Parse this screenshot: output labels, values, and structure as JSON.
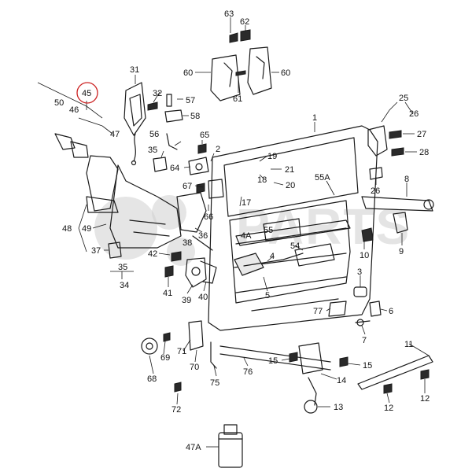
{
  "watermark": {
    "text": "PARTS"
  },
  "colors": {
    "line": "#1a1a1a",
    "highlight_circle": "#cc2222",
    "watermark": "#cfcfcf"
  },
  "highlighted_callout": "45",
  "callouts": [
    {
      "id": "c63",
      "label": "63"
    },
    {
      "id": "c62",
      "label": "62"
    },
    {
      "id": "c60a",
      "label": "60"
    },
    {
      "id": "c60b",
      "label": "60"
    },
    {
      "id": "c61",
      "label": "61"
    },
    {
      "id": "c31",
      "label": "31"
    },
    {
      "id": "c32",
      "label": "32"
    },
    {
      "id": "c57",
      "label": "57"
    },
    {
      "id": "c58",
      "label": "58"
    },
    {
      "id": "c45",
      "label": "45"
    },
    {
      "id": "c50",
      "label": "50"
    },
    {
      "id": "c46",
      "label": "46"
    },
    {
      "id": "c47",
      "label": "47"
    },
    {
      "id": "c25",
      "label": "25"
    },
    {
      "id": "c26",
      "label": "26"
    },
    {
      "id": "c27",
      "label": "27"
    },
    {
      "id": "c28",
      "label": "28"
    },
    {
      "id": "c1",
      "label": "1"
    },
    {
      "id": "c56",
      "label": "56"
    },
    {
      "id": "c65",
      "label": "65"
    },
    {
      "id": "c35a",
      "label": "35"
    },
    {
      "id": "c2",
      "label": "2"
    },
    {
      "id": "c64",
      "label": "64"
    },
    {
      "id": "c19",
      "label": "19"
    },
    {
      "id": "c21",
      "label": "21"
    },
    {
      "id": "c18",
      "label": "18"
    },
    {
      "id": "c20",
      "label": "20"
    },
    {
      "id": "c55A",
      "label": "55A"
    },
    {
      "id": "c8",
      "label": "8"
    },
    {
      "id": "c67",
      "label": "67"
    },
    {
      "id": "c66",
      "label": "66"
    },
    {
      "id": "c17",
      "label": "17"
    },
    {
      "id": "c26b",
      "label": "26"
    },
    {
      "id": "c48",
      "label": "48"
    },
    {
      "id": "c49",
      "label": "49"
    },
    {
      "id": "c36",
      "label": "36"
    },
    {
      "id": "c4A",
      "label": "4A"
    },
    {
      "id": "c55",
      "label": "55"
    },
    {
      "id": "c10",
      "label": "10"
    },
    {
      "id": "c9",
      "label": "9"
    },
    {
      "id": "c37",
      "label": "37"
    },
    {
      "id": "c42",
      "label": "42"
    },
    {
      "id": "c38",
      "label": "38"
    },
    {
      "id": "c4",
      "label": "4"
    },
    {
      "id": "c54",
      "label": "54"
    },
    {
      "id": "c35b",
      "label": "35"
    },
    {
      "id": "c34",
      "label": "34"
    },
    {
      "id": "c3",
      "label": "3"
    },
    {
      "id": "c41",
      "label": "41"
    },
    {
      "id": "c39",
      "label": "39"
    },
    {
      "id": "c40",
      "label": "40"
    },
    {
      "id": "c5",
      "label": "5"
    },
    {
      "id": "c6",
      "label": "6"
    },
    {
      "id": "c77",
      "label": "77"
    },
    {
      "id": "c7",
      "label": "7"
    },
    {
      "id": "c71",
      "label": "71"
    },
    {
      "id": "c69",
      "label": "69"
    },
    {
      "id": "c70",
      "label": "70"
    },
    {
      "id": "c68",
      "label": "68"
    },
    {
      "id": "c75",
      "label": "75"
    },
    {
      "id": "c76",
      "label": "76"
    },
    {
      "id": "c15a",
      "label": "15"
    },
    {
      "id": "c15b",
      "label": "15"
    },
    {
      "id": "c14",
      "label": "14"
    },
    {
      "id": "c11",
      "label": "11"
    },
    {
      "id": "c12a",
      "label": "12"
    },
    {
      "id": "c12b",
      "label": "12"
    },
    {
      "id": "c13",
      "label": "13"
    },
    {
      "id": "c72",
      "label": "72"
    },
    {
      "id": "c47A",
      "label": "47A"
    }
  ]
}
